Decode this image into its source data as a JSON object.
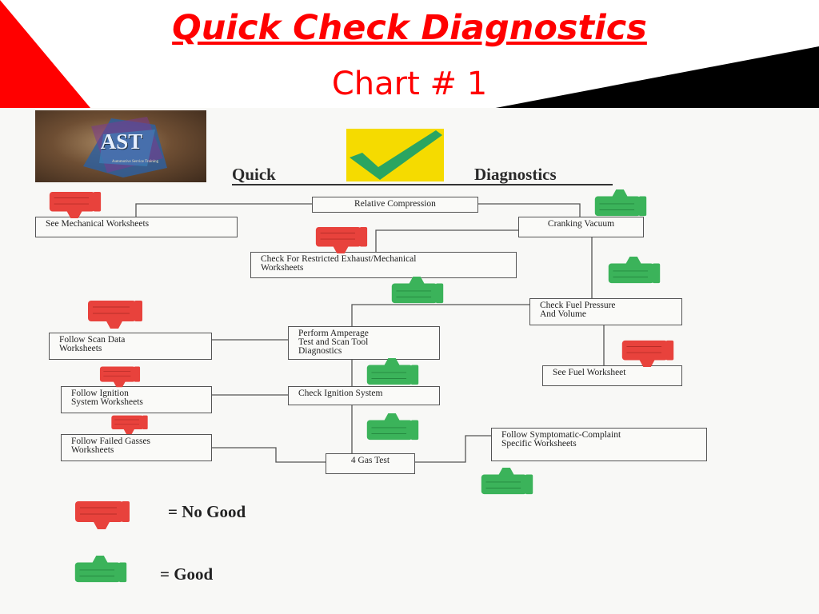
{
  "header": {
    "title": "Quick Check Diagnostics",
    "subtitle": "Chart # 1"
  },
  "logo": {
    "text": "AST",
    "tagline": "Automotive Service Training"
  },
  "doc_heading": {
    "left": "Quick",
    "right": "Diagnostics"
  },
  "nodes": {
    "relative_compression": "Relative Compression",
    "mechanical_worksheets": "See Mechanical Worksheets",
    "cranking_vacuum": "Cranking Vacuum",
    "restricted_exhaust": "Check For Restricted Exhaust/Mechanical\nWorksheets",
    "fuel_pressure": "Check Fuel Pressure\nAnd Volume",
    "amperage_test": "Perform Amperage\nTest and Scan Tool\nDiagnostics",
    "scan_data": "Follow Scan Data\nWorksheets",
    "fuel_worksheet": "See Fuel Worksheet",
    "ignition_worksheets": "Follow Ignition\nSystem Worksheets",
    "ignition_system": "Check Ignition System",
    "failed_gasses": "Follow Failed Gasses\nWorksheets",
    "gas_test": "4 Gas Test",
    "symptomatic": "Follow Symptomatic-Complaint\nSpecific Worksheets"
  },
  "legend": {
    "no_good": "=  No Good",
    "good": "=  Good"
  },
  "colors": {
    "title_red": "#ff0000",
    "thumb_red": "#e8423c",
    "thumb_green": "#3bb35a",
    "check_yellow": "#f5db00",
    "check_green": "#2aa561"
  },
  "icons": {
    "bad": "thumbs-down-icon",
    "good": "thumbs-up-icon",
    "check": "checkmark-icon"
  }
}
